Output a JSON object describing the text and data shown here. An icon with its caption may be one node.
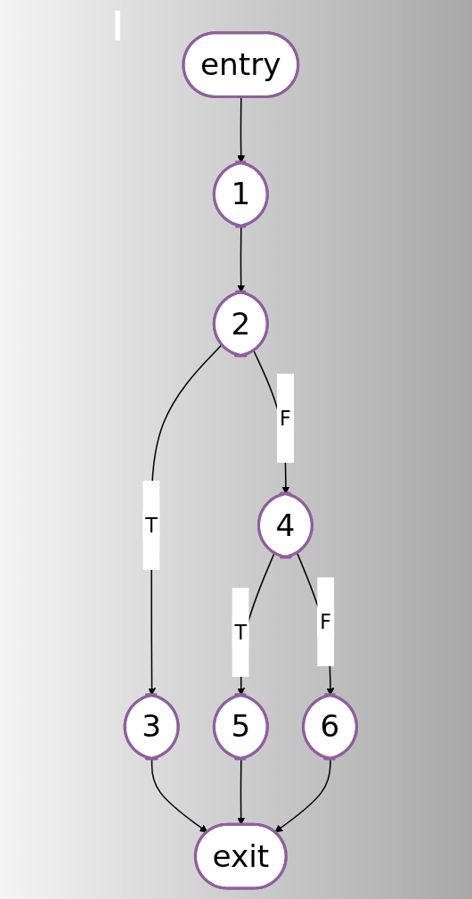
{
  "diagram": {
    "nodes": [
      {
        "text": [
          "entry"
        ]
      },
      {
        "text": [
          "1"
        ]
      },
      {
        "text": [
          "2"
        ]
      },
      {
        "text": [
          "3"
        ]
      },
      {
        "text": [
          "4"
        ]
      },
      {
        "text": [
          "5"
        ]
      },
      {
        "text": [
          "6"
        ]
      },
      {
        "text": [
          "exit"
        ]
      }
    ],
    "edges": [
      {
        "from": 0,
        "to": 1,
        "arrow": "to"
      },
      {
        "from": 1,
        "to": 2,
        "arrow": "to"
      },
      {
        "from": 2,
        "to": 3,
        "arrow": "to",
        "label": "T"
      },
      {
        "from": 2,
        "to": 4,
        "arrow": "to",
        "label": "F"
      },
      {
        "from": 3,
        "to": 7,
        "arrow": "to"
      },
      {
        "from": 4,
        "to": 5,
        "arrow": "to",
        "label": "T"
      },
      {
        "from": 4,
        "to": 6,
        "arrow": "to",
        "label": "F"
      },
      {
        "from": 5,
        "to": 7,
        "arrow": "to"
      },
      {
        "from": 6,
        "to": 7,
        "arrow": "to"
      }
    ]
  }
}
